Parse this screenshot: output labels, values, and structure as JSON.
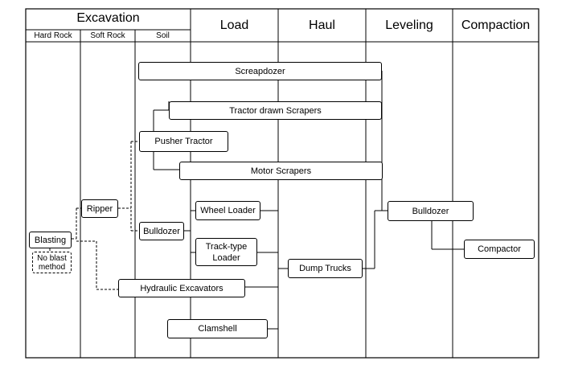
{
  "header": {
    "excavation": "Excavation",
    "hard_rock": "Hard Rock",
    "soft_rock": "Soft Rock",
    "soil": "Soil",
    "load": "Load",
    "haul": "Haul",
    "leveling": "Leveling",
    "compaction": "Compaction"
  },
  "nodes": {
    "scraper_dozer": "Screapdozer",
    "tractor_drawn_scrapers": "Tractor drawn Scrapers",
    "pusher_tractor": "Pusher  Tractor",
    "motor_scrapers": "Motor Scrapers",
    "ripper": "Ripper",
    "wheel_loader": "Wheel Loader",
    "bulldozer_soil": "Bulldozer",
    "track_type_loader": "Track-type\nLoader",
    "blasting": "Blasting",
    "no_blast_method": "No blast\nmethod",
    "dump_trucks": "Dump Trucks",
    "hydraulic_excavators": "Hydraulic Excavators",
    "clamshell": "Clamshell",
    "bulldozer_leveling": "Bulldozer",
    "compactor": "Compactor"
  }
}
